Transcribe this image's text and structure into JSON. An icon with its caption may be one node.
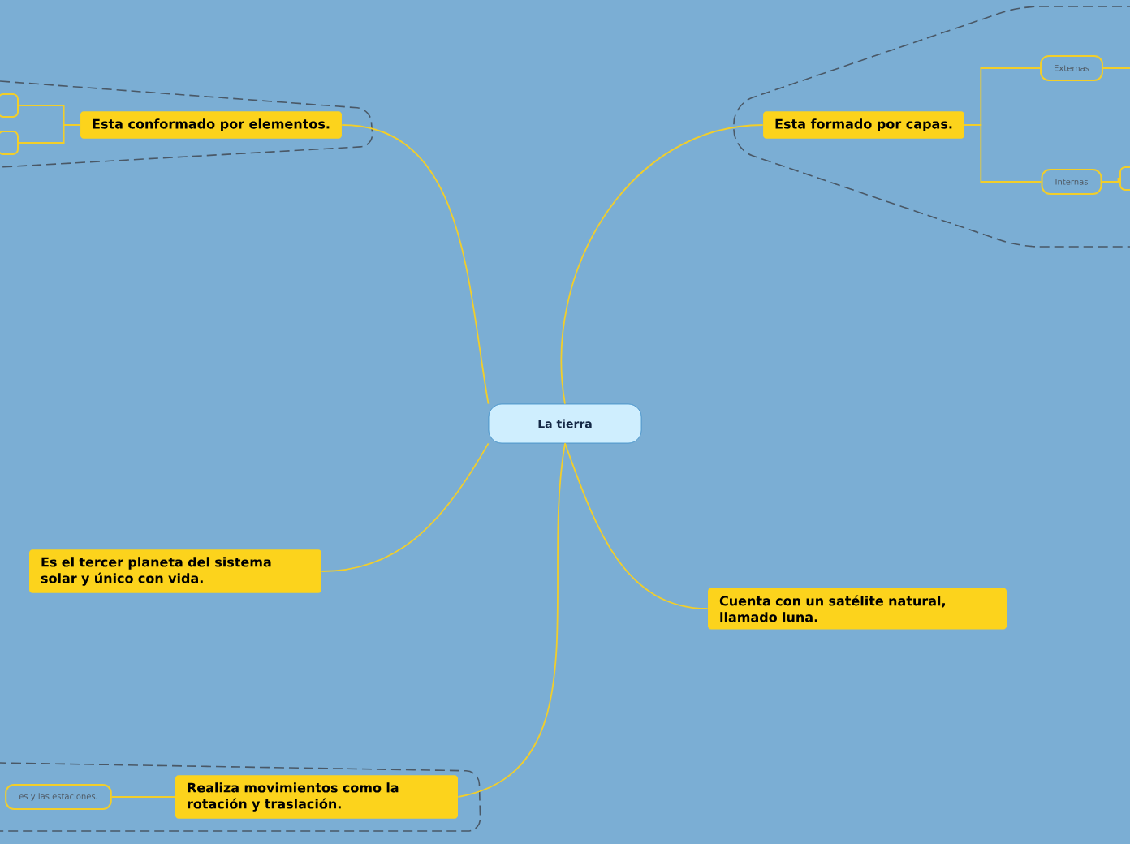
{
  "diagram": {
    "nodes": [
      {
        "text": [
          "La tierra"
        ]
      },
      {
        "text": [
          "Esta conformado por elementos."
        ]
      },
      {
        "text": [
          "Esta formado por capas."
        ]
      },
      {
        "text": [
          "Externas"
        ]
      },
      {
        "text": [
          "Internas"
        ]
      },
      {
        "text": [
          "Es el tercer planeta del sistema solar y único con vida."
        ]
      },
      {
        "text": [
          "Cuenta con un satélite natural, llamado luna."
        ]
      },
      {
        "text": [
          "Realiza movimientos como la rotación y traslación."
        ]
      },
      {
        "text": [
          "es y las estaciones."
        ]
      },
      {
        "text": [],
        "shape": "box"
      },
      {
        "text": [],
        "shape": "box"
      },
      {
        "text": [],
        "shape": "box"
      }
    ],
    "edges": [
      {
        "from": 0,
        "to": 1,
        "arrow": "none"
      },
      {
        "from": 0,
        "to": 2,
        "arrow": "none"
      },
      {
        "from": 0,
        "to": 5,
        "arrow": "none"
      },
      {
        "from": 0,
        "to": 6,
        "arrow": "none"
      },
      {
        "from": 0,
        "to": 7,
        "arrow": "none"
      },
      {
        "from": 1,
        "to": 9,
        "arrow": "none"
      },
      {
        "from": 1,
        "to": 10,
        "arrow": "none"
      },
      {
        "from": 2,
        "to": 3,
        "arrow": "none"
      },
      {
        "from": 2,
        "to": 4,
        "arrow": "none"
      },
      {
        "from": 3,
        "to": null,
        "arrow": "none"
      },
      {
        "from": 4,
        "to": 11,
        "arrow": "none"
      },
      {
        "from": 7,
        "to": 8,
        "arrow": "none"
      }
    ]
  }
}
